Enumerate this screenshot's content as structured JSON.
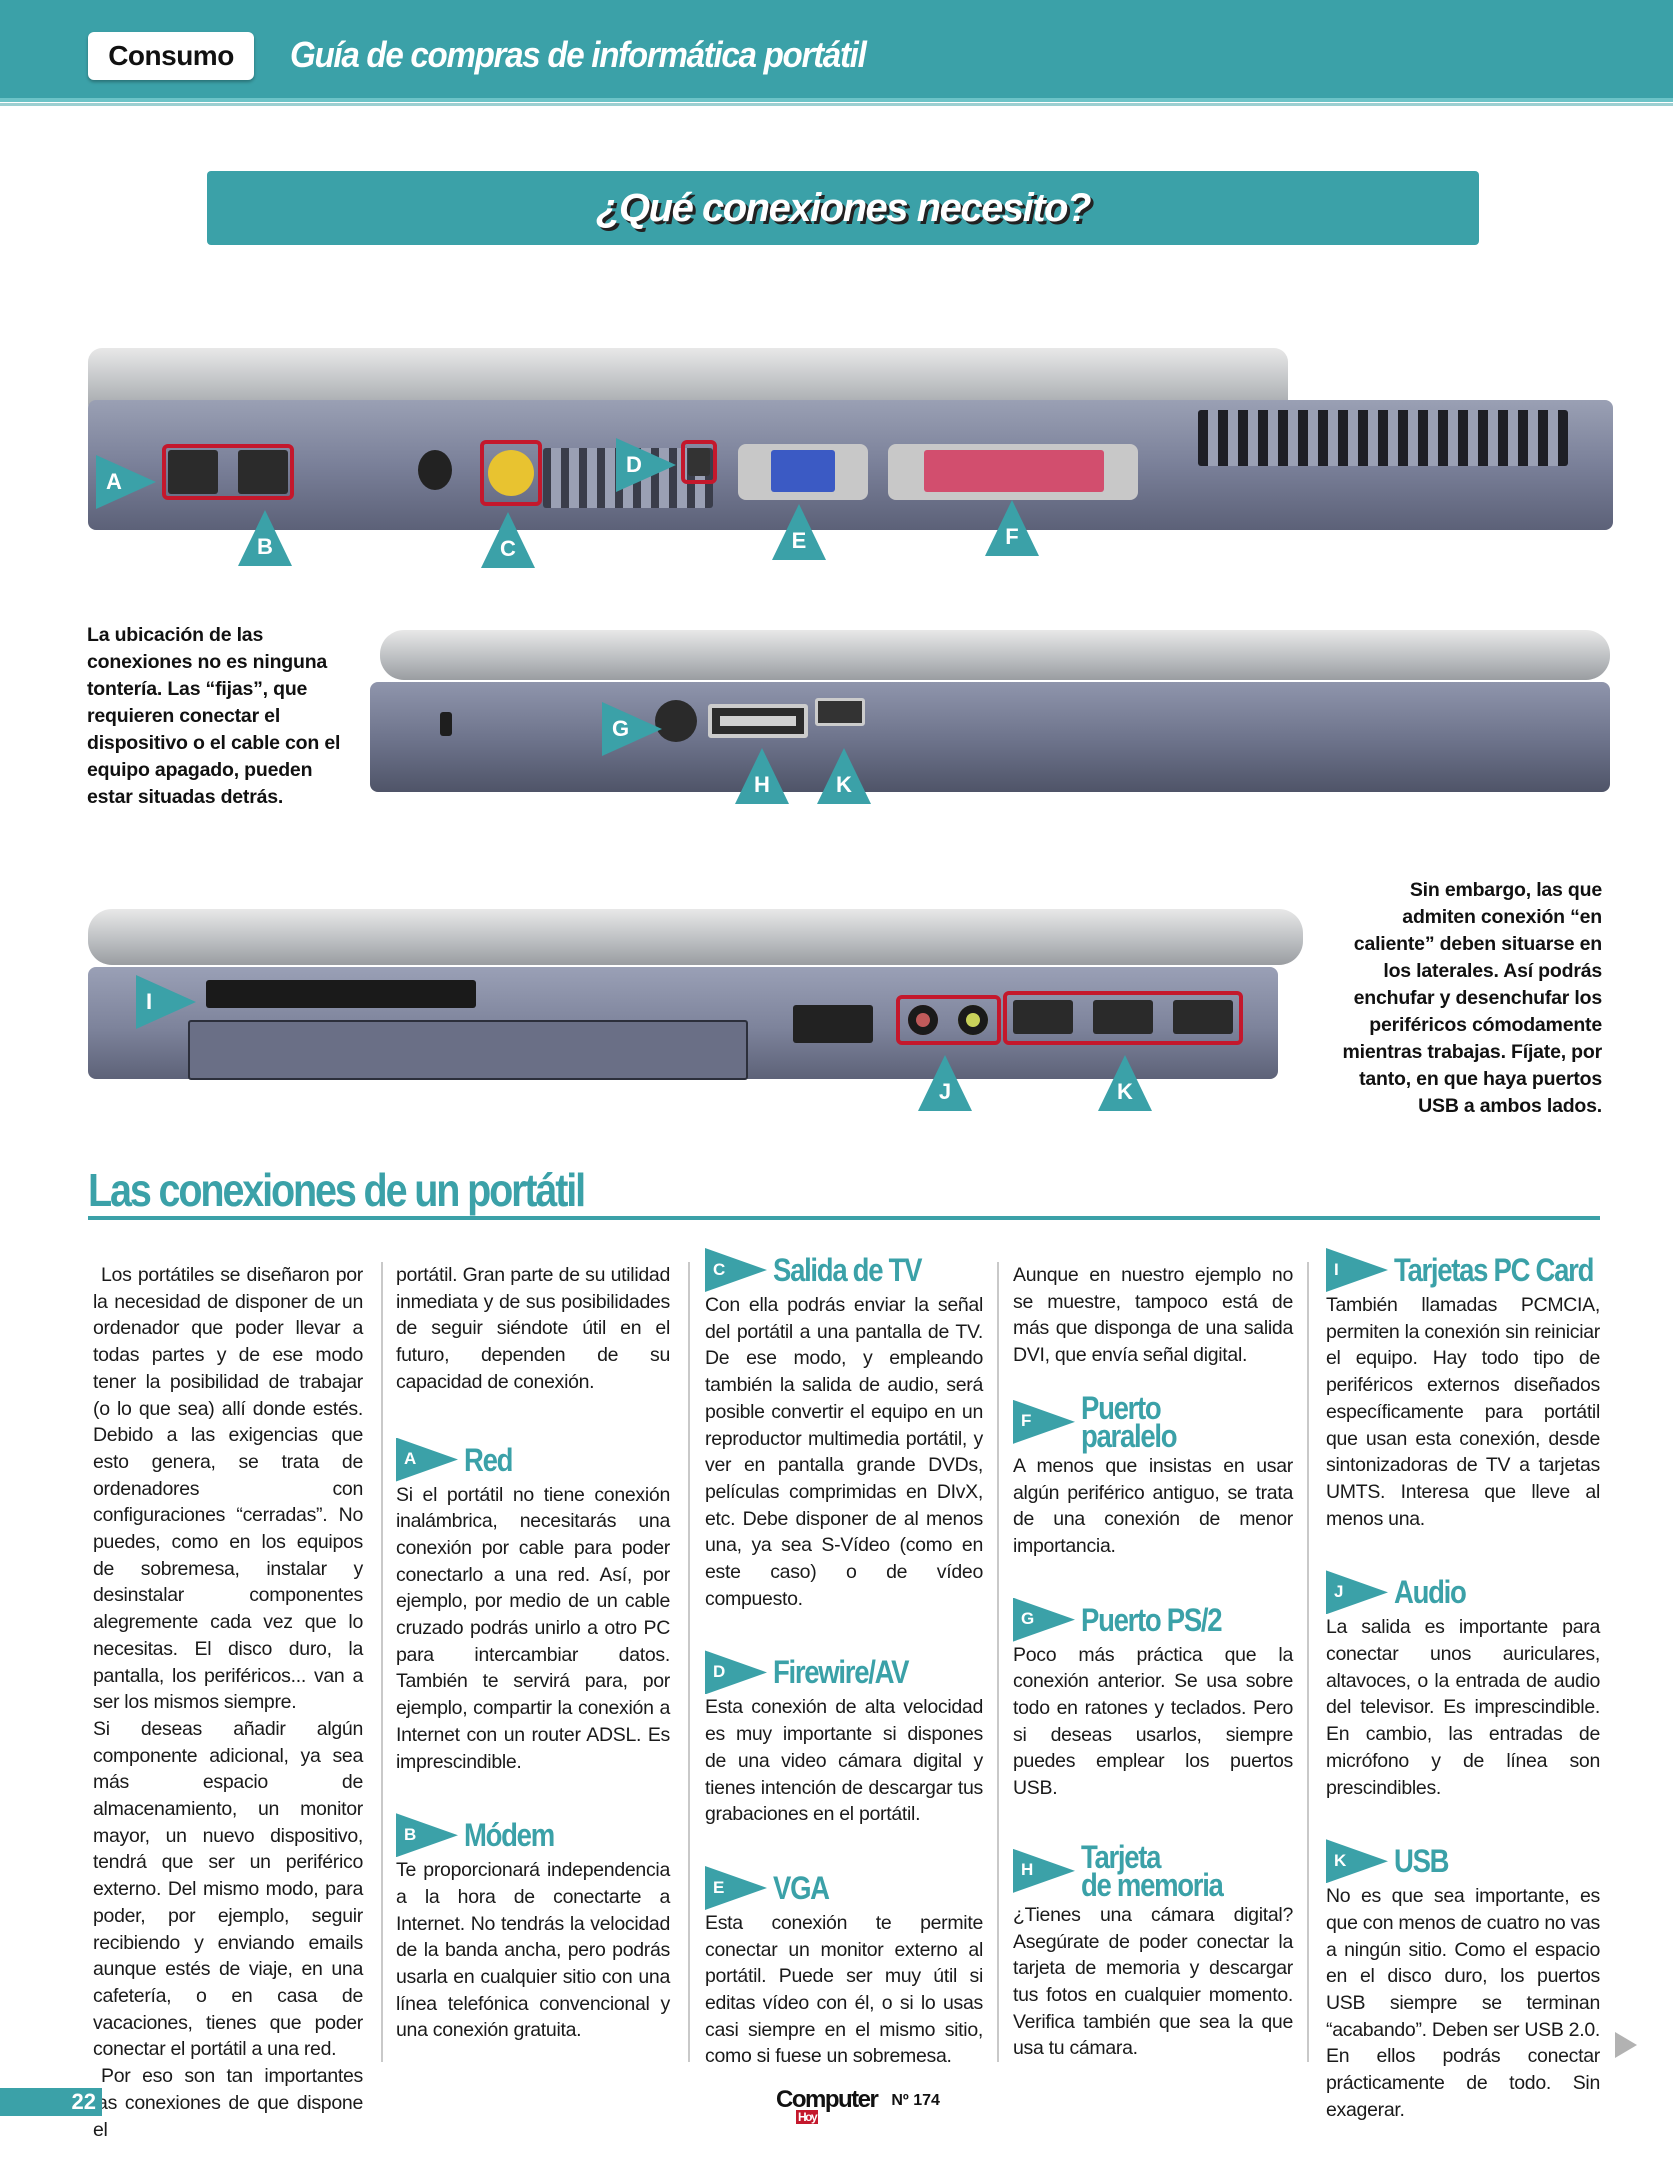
{
  "header": {
    "section_tag": "Consumo",
    "title": "Guía de compras de informática portátil"
  },
  "banner": {
    "title": "¿Qué conexiones necesito?"
  },
  "photos": {
    "back_markers": [
      "A",
      "B",
      "C",
      "D",
      "E",
      "F"
    ],
    "left_markers": [
      "G",
      "H",
      "K"
    ],
    "right_markers": [
      "I",
      "J",
      "K"
    ]
  },
  "captions": {
    "left": "La ubicación de las conexiones no es ninguna tontería. Las “fijas”, que requieren conectar el dispositivo o el cable con el equipo apagado, pueden estar situadas detrás.",
    "right": "Sin embargo, las que admiten conexión “en caliente” deben situarse en los laterales. Así podrás enchufar y desenchufar los periféricos cómodamente mientras trabajas. Fíjate, por tanto, en que haya puertos USB a ambos lados."
  },
  "article": {
    "title": "Las conexiones de un portátil",
    "intro": [
      "Los portátiles se diseñaron por la necesidad de disponer de un ordenador que poder llevar a todas partes y de ese modo tener la posibilidad de trabajar (o lo que sea) allí donde estés. Debido a las exigencias que esto genera, se trata de ordenadores con configuraciones “cerradas”. No puedes, como en los equipos de sobremesa, instalar y desinstalar componentes alegremente cada vez que lo necesitas. El disco duro, la pantalla, los periféricos... van a ser los mismos siempre.",
      "Si deseas añadir algún componente adicional, ya sea más espacio de almacenamiento, un monitor mayor, un nuevo dispositivo, tendrá que ser un periférico externo. Del mismo modo, para poder, por ejemplo, seguir recibiendo y enviando emails aunque estés de viaje, en una cafetería, o en casa de vacaciones, tienes que poder conectar el portátil a una red.",
      "Por eso son tan importantes las conexiones de que dispone el portátil. Gran parte de su utilidad inmediata y de sus posibilidades de seguir siéndote útil en el futuro, dependen de su capacidad de conexión."
    ],
    "entries": [
      {
        "letter": "A",
        "title": "Red",
        "text": "Si el portátil no tiene conexión inalámbrica, necesitarás una conexión por cable para poder conectarlo a una red. Así, por ejemplo, por medio de un cable cruzado podrás unirlo a otro PC para intercambiar datos. También te servirá para, por ejemplo, compartir la conexión a Internet con un router ADSL. Es imprescindible."
      },
      {
        "letter": "B",
        "title": "Módem",
        "text": "Te proporcionará independencia a la hora de conectarte a Internet. No tendrás la velocidad de la banda ancha, pero podrás usarla en cualquier sitio con una línea telefónica convencional y una conexión gratuita."
      },
      {
        "letter": "C",
        "title": "Salida de TV",
        "text": "Con ella podrás enviar la señal del portátil a una pantalla de TV. De ese modo, y empleando también la salida de audio, será posible convertir el equipo en un reproductor multimedia portátil, y ver en pantalla grande DVDs, películas comprimidas en DIvX, etc. Debe disponer de al menos una, ya sea S-Vídeo (como en este caso) o de vídeo compuesto."
      },
      {
        "letter": "D",
        "title": "Firewire/AV",
        "text": "Esta conexión de alta velocidad es muy importante si dispones de una video cámara digital y tienes intención de descargar tus grabaciones en el portátil."
      },
      {
        "letter": "E",
        "title": "VGA",
        "text": "Esta conexión te permite conectar un monitor externo al portátil. Puede ser muy útil si editas vídeo con él, o si lo usas casi siempre en el mismo sitio, como si fuese un sobremesa.",
        "continuation": "Aunque en nuestro ejemplo no se muestre, tampoco está de más que disponga de una salida DVI, que envía señal digital."
      },
      {
        "letter": "F",
        "title_line1": "Puerto",
        "title_line2": "paralelo",
        "text": "A menos que insistas en usar algún periférico antiguo, se trata de una conexión de menor importancia."
      },
      {
        "letter": "G",
        "title": "Puerto PS/2",
        "text": "Poco más práctica que la conexión anterior. Se usa sobre todo en ratones y teclados. Pero si deseas usarlos, siempre puedes emplear los puertos USB."
      },
      {
        "letter": "H",
        "title_line1": "Tarjeta",
        "title_line2": "de memoria",
        "text": "¿Tienes una cámara digital? Asegúrate de poder conectar la tarjeta de memoria y descargar tus fotos en cualquier momento. Verifica también que sea la que usa tu cámara."
      },
      {
        "letter": "I",
        "title": "Tarjetas PC Card",
        "text": "También llamadas PCMCIA, permiten la conexión sin reiniciar el equipo. Hay todo tipo de periféricos externos diseñados específicamente para portátil que usan esta conexión, desde sintonizadoras de TV a tarjetas UMTS. Interesa que lleve al menos una."
      },
      {
        "letter": "J",
        "title": "Audio",
        "text": "La salida es importante para conectar unos auriculares, altavoces, o la entrada de audio del televisor. Es imprescindible. En cambio, las entradas de micrófono y de línea son prescindibles."
      },
      {
        "letter": "K",
        "title": "USB",
        "text": "No es que sea importante, es que con menos de cuatro no vas a ningún sitio. Como el espacio en el disco duro, los puertos USB siempre se terminan “acabando”. Deben ser USB 2.0. En ellos podrás conectar prácticamente de todo. Sin exagerar."
      }
    ]
  },
  "footer": {
    "page_number": "22",
    "logo_word": "Computer",
    "logo_sub": "Hoy",
    "issue": "Nº 174"
  },
  "colors": {
    "accent": "#3ba1a8",
    "highlight": "#c4182c"
  }
}
